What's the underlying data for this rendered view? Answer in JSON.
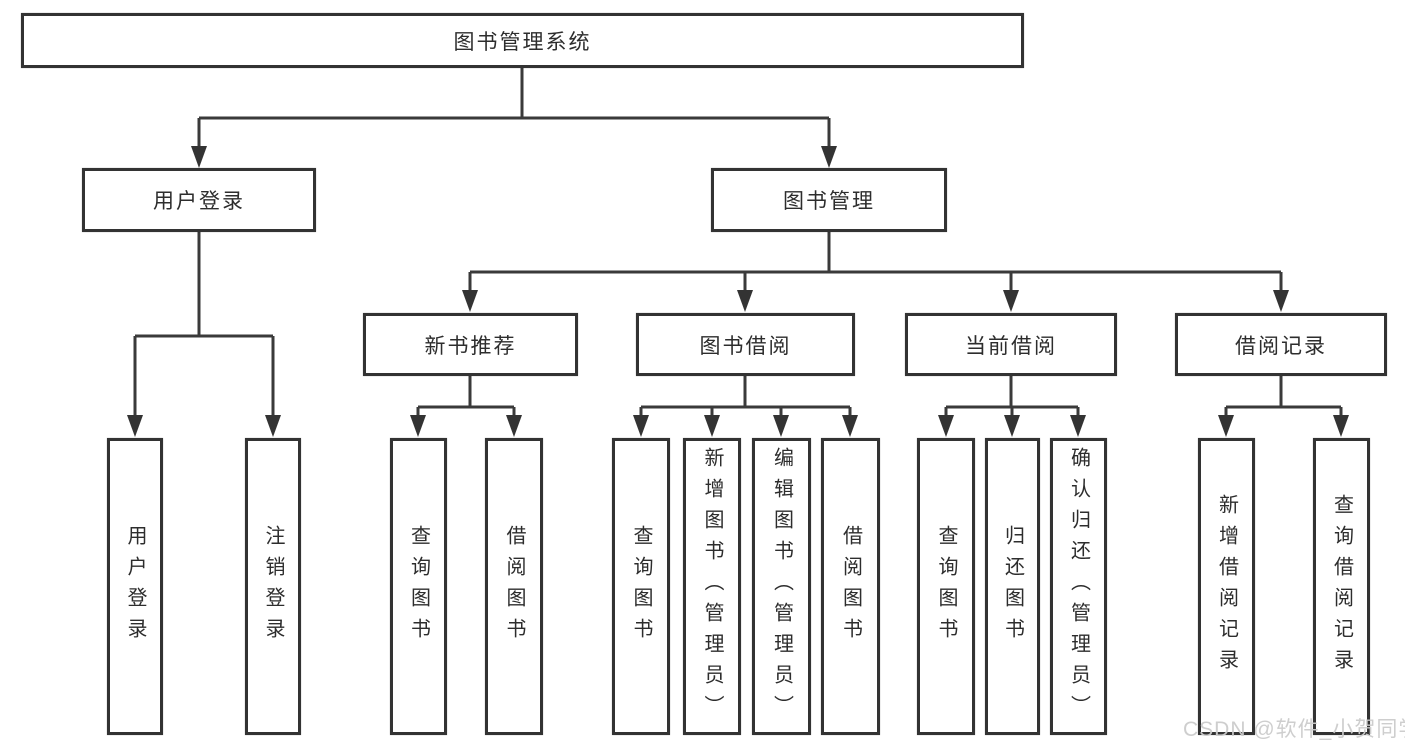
{
  "tree": {
    "label": "图书管理系统",
    "children": [
      {
        "label": "用户登录",
        "children": [
          {
            "label": "用户登录"
          },
          {
            "label": "注销登录"
          }
        ]
      },
      {
        "label": "图书管理",
        "children": [
          {
            "label": "新书推荐",
            "children": [
              {
                "label": "查询图书"
              },
              {
                "label": "借阅图书"
              }
            ]
          },
          {
            "label": "图书借阅",
            "children": [
              {
                "label": "查询图书"
              },
              {
                "label": "新增图书（管理员）"
              },
              {
                "label": "编辑图书（管理员）"
              },
              {
                "label": "借阅图书"
              }
            ]
          },
          {
            "label": "当前借阅",
            "children": [
              {
                "label": "查询图书"
              },
              {
                "label": "归还图书"
              },
              {
                "label": "确认归还（管理员）"
              }
            ]
          },
          {
            "label": "借阅记录",
            "children": [
              {
                "label": "新增借阅记录"
              },
              {
                "label": "查询借阅记录"
              }
            ]
          }
        ]
      }
    ]
  },
  "watermark": {
    "text": "CSDN @软件_小贺同学"
  },
  "colors": {
    "line": "#3a3a3a",
    "box_border": "#333333",
    "box_fill": "#ffffff",
    "text": "#2d2d2d",
    "watermark": "#cbcbcb"
  }
}
